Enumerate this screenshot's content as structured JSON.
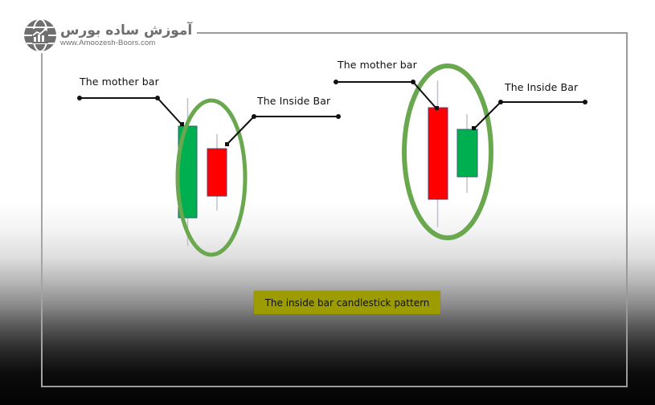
{
  "brand": {
    "name_fa": "آموزش ساده بورس",
    "url": "www.Amoozesh-Boors.com",
    "logo_icon": "globe-chart-icon",
    "logo_color": "#6f6f6f"
  },
  "diagram": {
    "caption": "The inside bar candlestick pattern",
    "caption_bg": "#9c9c00",
    "ellipse_color": "#6aa84f",
    "bullish_color": "#00b050",
    "bearish_color": "#ff0000",
    "wick_color": "#c0c0c8",
    "examples": [
      {
        "name": "bullish-mother-bearish-inside",
        "mother_label": "The mother bar",
        "inside_label": "The Inside Bar",
        "mother_candle": {
          "type": "bullish",
          "color": "#00b050"
        },
        "inside_candle": {
          "type": "bearish",
          "color": "#ff0000"
        }
      },
      {
        "name": "bearish-mother-bullish-inside",
        "mother_label": "The mother bar",
        "inside_label": "The Inside Bar",
        "mother_candle": {
          "type": "bearish",
          "color": "#ff0000"
        },
        "inside_candle": {
          "type": "bullish",
          "color": "#00b050"
        }
      }
    ]
  }
}
